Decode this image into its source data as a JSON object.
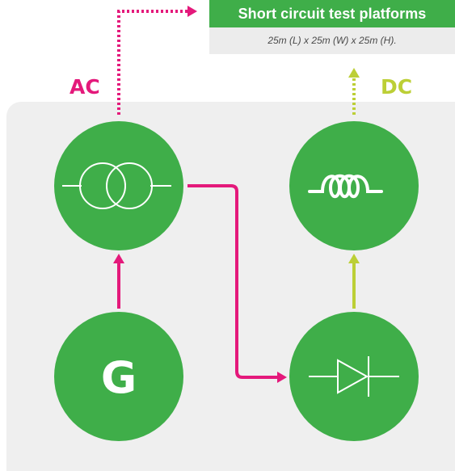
{
  "platform": {
    "title": "Short circuit test platforms",
    "dimensions": "25m (L) x 25m (W) x 25m (H)."
  },
  "labels": {
    "ac": "AC",
    "dc": "DC"
  },
  "generator": {
    "symbol": "G"
  },
  "colors": {
    "green": "#3fae49",
    "ac_line": "#e4197b",
    "dc_line": "#bccf36",
    "panel": "#efefef"
  },
  "icons": {
    "transformer": "transformer-icon",
    "inductor": "inductor-coil-icon",
    "rectifier": "diode-rectifier-icon"
  }
}
